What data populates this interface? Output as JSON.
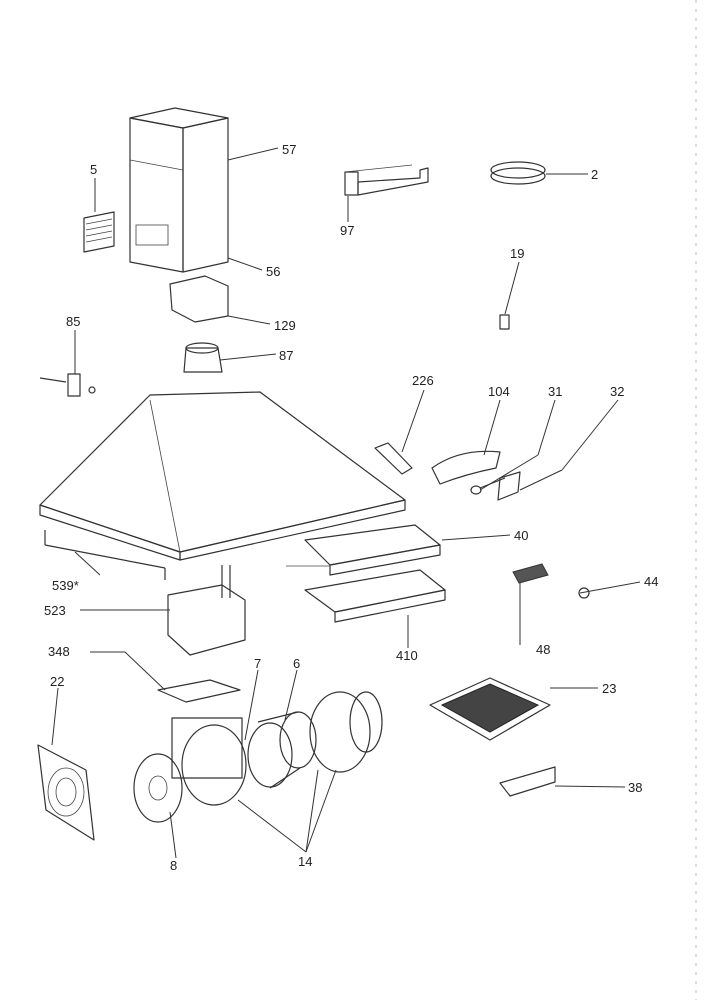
{
  "callouts": {
    "c57": "57",
    "c5": "5",
    "c97": "97",
    "c2": "2",
    "c56": "56",
    "c19": "19",
    "c129": "129",
    "c85": "85",
    "c87": "87",
    "c226": "226",
    "c104": "104",
    "c31": "31",
    "c32": "32",
    "c40": "40",
    "c539": "539*",
    "c44": "44",
    "c523": "523",
    "c48": "48",
    "c410": "410",
    "c348": "348",
    "c7": "7",
    "c6": "6",
    "c22": "22",
    "c23": "23",
    "c38": "38",
    "c8": "8",
    "c14": "14"
  }
}
